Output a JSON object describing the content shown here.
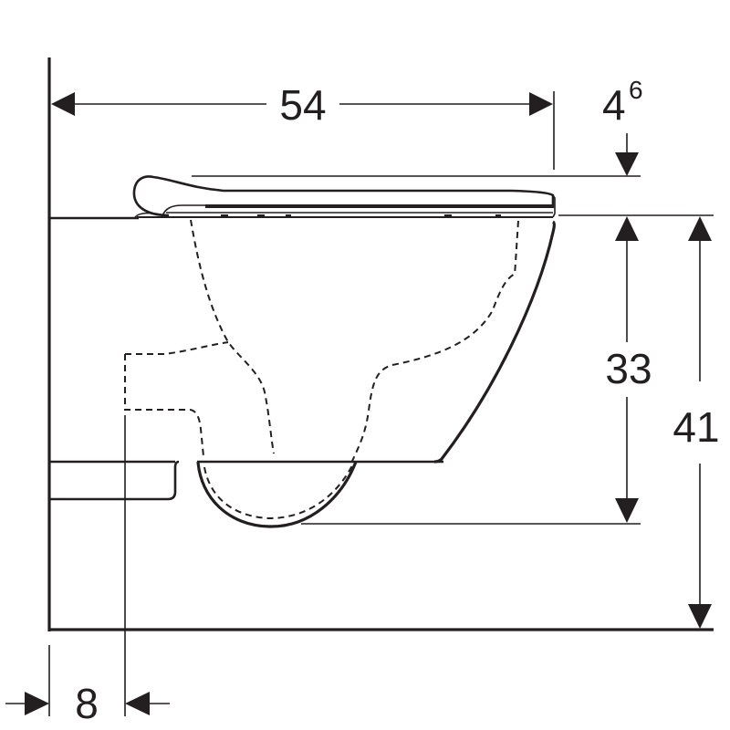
{
  "diagram": {
    "type": "technical-dimension-drawing",
    "subject": "wall-hung toilet side view",
    "colors": {
      "line": "#231f20",
      "background": "#ffffff"
    },
    "dimensions": {
      "depth": {
        "label": "54",
        "orientation": "horizontal"
      },
      "seat_thickness": {
        "label_main": "4",
        "label_sup": "6",
        "orientation": "vertical"
      },
      "bowl_height": {
        "label": "33",
        "orientation": "vertical"
      },
      "rim_height": {
        "label": "41",
        "orientation": "vertical"
      },
      "wall_offset": {
        "label": "8",
        "orientation": "horizontal"
      }
    }
  }
}
